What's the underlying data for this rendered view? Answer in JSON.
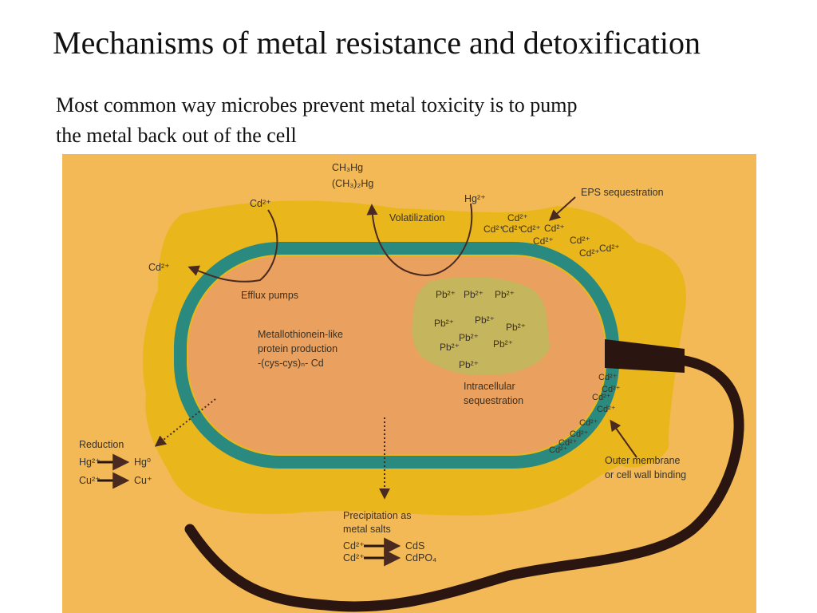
{
  "slide": {
    "title": "Mechanisms of metal resistance and detoxification",
    "subtitle_line1": "Most common way microbes prevent metal toxicity is to pump",
    "subtitle_line2": "the metal back out of the cell"
  },
  "diagram": {
    "colors": {
      "background": "#f2b956",
      "slime_layer": "#e9b71c",
      "membrane": "#2b8a80",
      "cytoplasm": "#eaa05e",
      "inclusion": "#c5b55c",
      "flagellum": "#2a1510",
      "arrow": "#4a2a20"
    },
    "labels": {
      "ch3hg": "CH₃Hg",
      "ch32hg": "(CH₃)₂Hg",
      "cd_top": "Cd²⁺",
      "hg_top": "Hg²⁺",
      "volatilization": "Volatilization",
      "eps": "EPS sequestration",
      "cd_left": "Cd²⁺",
      "efflux": "Efflux pumps",
      "metallo_1": "Metallothionein-like",
      "metallo_2": "protein production",
      "metallo_3": "-(cys-cys)ₙ- Cd",
      "intracellular_1": "Intracellular",
      "intracellular_2": "sequestration",
      "reduction": "Reduction",
      "hg_from": "Hg²⁺",
      "hg_to": "Hg⁰",
      "cu_from": "Cu²⁺",
      "cu_to": "Cu⁺",
      "outer_1": "Outer membrane",
      "outer_2": "or cell wall binding",
      "precip_1": "Precipitation as",
      "precip_2": "metal salts",
      "cd_from_1": "Cd²⁺",
      "cds": "CdS",
      "cd_from_2": "Cd²⁺",
      "cdpo": "CdPO₄"
    },
    "eps_ions": [
      "Cd²⁺",
      "Cd²⁺",
      "Cd²⁺",
      "Cd²⁺",
      "Cd²⁺",
      "Cd²⁺",
      "Cd²⁺",
      "Cd²⁺",
      "Cd²⁺"
    ],
    "pb_ions": [
      "Pb²⁺",
      "Pb²⁺",
      "Pb²⁺",
      "Pb²⁺",
      "Pb²⁺",
      "Pb²⁺",
      "Pb²⁺",
      "Pb²⁺",
      "Pb²⁺",
      "Pb²⁺"
    ],
    "wall_ions": [
      "Cd²⁺",
      "Cd²⁺",
      "Cd²⁺",
      "Cd²⁺",
      "Cd²⁺",
      "Cd²⁺",
      "Cd²⁺",
      "Cd²⁺"
    ]
  }
}
